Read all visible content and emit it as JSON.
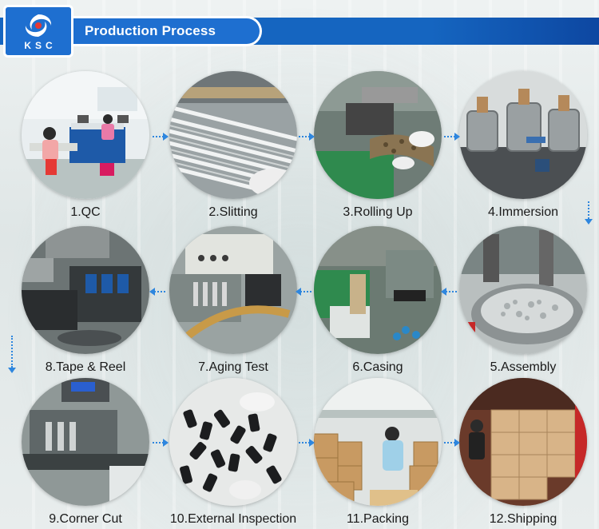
{
  "header": {
    "logo_text": "KSC",
    "title": "Production Process"
  },
  "colors": {
    "brand_blue": "#1565c0",
    "arrow_blue": "#2e86de"
  },
  "steps": [
    {
      "label": "1.QC",
      "scene": "qc-lab"
    },
    {
      "label": "2.Slitting",
      "scene": "slitting-strips"
    },
    {
      "label": "3.Rolling Up",
      "scene": "rolling-machine"
    },
    {
      "label": "4.Immersion",
      "scene": "immersion-tanks"
    },
    {
      "label": "5.Assembly",
      "scene": "assembly-bowl"
    },
    {
      "label": "6.Casing",
      "scene": "casing-machine"
    },
    {
      "label": "7.Aging Test",
      "scene": "aging-test-rig"
    },
    {
      "label": "8.Tape & Reel",
      "scene": "tape-reel-machine"
    },
    {
      "label": "9.Corner Cut",
      "scene": "corner-cut-machine"
    },
    {
      "label": "10.External Inspection",
      "scene": "inspection-pile"
    },
    {
      "label": "11.Packing",
      "scene": "packing-boxes"
    },
    {
      "label": "12.Shipping",
      "scene": "shipping-truck"
    }
  ]
}
